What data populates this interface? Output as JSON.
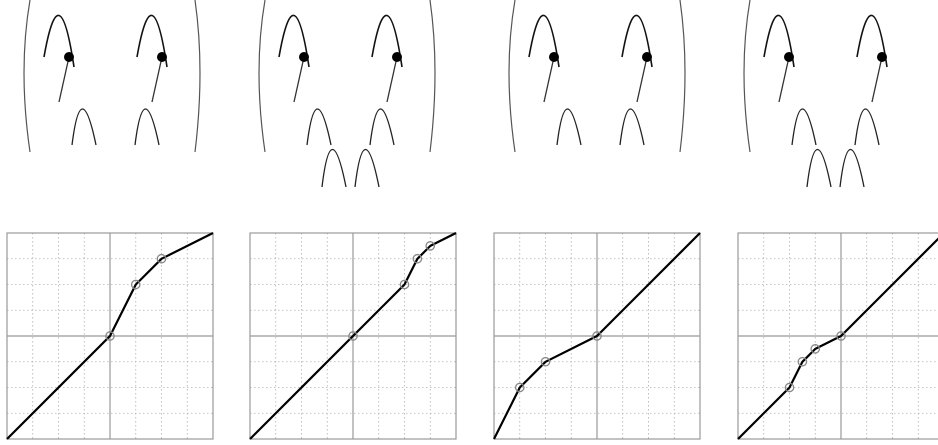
{
  "figure": {
    "panels": [
      {
        "id": "panel-1",
        "tree": {
          "branch_depth": 1,
          "bracket": "both"
        },
        "chart_data": {
          "type": "line",
          "xlim": [
            0,
            8
          ],
          "ylim": [
            0,
            8
          ],
          "grid": true,
          "crosshair": [
            4,
            4
          ],
          "points": [
            [
              0,
              0
            ],
            [
              4,
              4
            ],
            [
              5,
              6
            ],
            [
              6,
              7
            ],
            [
              8,
              8
            ]
          ],
          "markers": [
            [
              4,
              4
            ],
            [
              5,
              6
            ],
            [
              6,
              7
            ]
          ]
        }
      },
      {
        "id": "panel-2",
        "tree": {
          "branch_depth": 2,
          "bracket": "both"
        },
        "chart_data": {
          "type": "line",
          "xlim": [
            0,
            8
          ],
          "ylim": [
            0,
            8
          ],
          "grid": true,
          "crosshair": [
            4,
            4
          ],
          "points": [
            [
              0,
              0
            ],
            [
              4,
              4
            ],
            [
              6,
              6
            ],
            [
              6.5,
              7
            ],
            [
              7,
              7.5
            ],
            [
              8,
              8
            ]
          ],
          "markers": [
            [
              4,
              4
            ],
            [
              6,
              6
            ],
            [
              6.5,
              7
            ],
            [
              7,
              7.5
            ]
          ]
        }
      },
      {
        "id": "panel-3",
        "tree": {
          "branch_depth": 1,
          "bracket": "both"
        },
        "chart_data": {
          "type": "line",
          "xlim": [
            0,
            8
          ],
          "ylim": [
            0,
            8
          ],
          "grid": true,
          "crosshair": [
            4,
            4
          ],
          "points": [
            [
              0,
              0
            ],
            [
              1,
              2
            ],
            [
              2,
              3
            ],
            [
              4,
              4
            ],
            [
              8,
              8
            ]
          ],
          "markers": [
            [
              1,
              2
            ],
            [
              2,
              3
            ],
            [
              4,
              4
            ]
          ]
        }
      },
      {
        "id": "panel-4",
        "tree": {
          "branch_depth": 2,
          "bracket": "left"
        },
        "chart_data": {
          "type": "line",
          "xlim": [
            0,
            8
          ],
          "ylim": [
            0,
            8
          ],
          "grid": true,
          "crosshair": [
            4,
            4
          ],
          "points": [
            [
              0,
              0
            ],
            [
              2,
              2
            ],
            [
              2.5,
              3
            ],
            [
              3,
              3.5
            ],
            [
              4,
              4
            ],
            [
              8,
              8
            ]
          ],
          "markers": [
            [
              2,
              2
            ],
            [
              2.5,
              3
            ],
            [
              3,
              3.5
            ],
            [
              4,
              4
            ]
          ]
        }
      }
    ],
    "colors": {
      "line": "#000000",
      "tree_trunk": "#333333",
      "node": "#000000",
      "frame": "#999999",
      "grid": "#b0b0b0",
      "marker": "#888888"
    }
  }
}
